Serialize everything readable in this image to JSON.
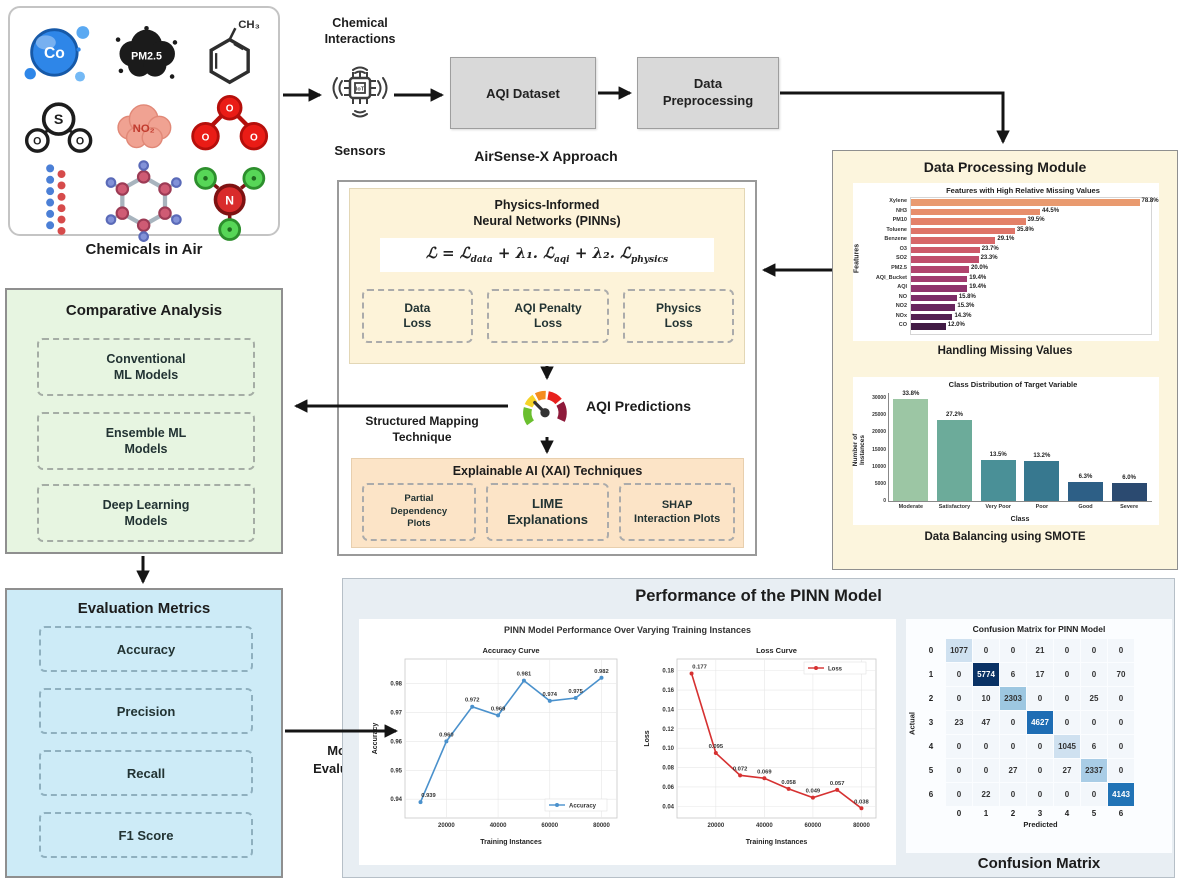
{
  "chemicals": {
    "title": "Chemicals in Air",
    "labels": {
      "co": "Co",
      "pm25": "PM2.5",
      "ch3": "CH₃",
      "s": "S",
      "o": "O",
      "no2": "NO₂",
      "o3": "O",
      "n": "N"
    }
  },
  "flow": {
    "chemical_interactions": "Chemical\nInteractions",
    "sensors": "Sensors",
    "aqi_dataset": "AQI Dataset",
    "data_preprocessing": "Data\nPreprocessing",
    "approach_title": "AirSense-X Approach"
  },
  "pinn": {
    "title": "Physics-Informed\nNeural Networks (PINNs)",
    "formula_pre": "ℒ = ℒ",
    "formula_sub1": "data",
    "formula_mid1": " + λ₁. ℒ",
    "formula_sub2": "aqi",
    "formula_mid2": " + λ₂. ℒ",
    "formula_sub3": "physics",
    "boxes": [
      "Data\nLoss",
      "AQI Penalty\nLoss",
      "Physics\nLoss"
    ]
  },
  "predictions": {
    "label": "AQI Predictions",
    "mapping": "Structured Mapping\nTechnique"
  },
  "xai": {
    "title": "Explainable AI (XAI) Techniques",
    "boxes": [
      "Partial\nDependency\nPlots",
      "LIME\nExplanations",
      "SHAP\nInteraction Plots"
    ]
  },
  "comparative": {
    "title": "Comparative Analysis",
    "boxes": [
      "Conventional\nML Models",
      "Ensemble ML\nModels",
      "Deep Learning\nModels"
    ]
  },
  "evaluation": {
    "title": "Evaluation Metrics",
    "boxes": [
      "Accuracy",
      "Precision",
      "Recall",
      "F1 Score"
    ],
    "model_evaluation": "Model\nEvaluation"
  },
  "data_module": {
    "title": "Data Processing Module",
    "caption_missing": "Handling Missing Values",
    "caption_smote": "Data Balancing using SMOTE"
  },
  "performance": {
    "title": "Performance of the PINN Model",
    "subtitle": "PINN Model Performance Over Varying Training Instances",
    "cm_caption": "Confusion Matrix"
  },
  "chart_data": [
    {
      "id": "missing",
      "type": "bar",
      "orientation": "horizontal",
      "title": "Features with High Relative Missing Values",
      "ylabel": "Features",
      "xlim": [
        0,
        80
      ],
      "categories": [
        "Xylene",
        "NH3",
        "PM10",
        "Toluene",
        "Benzene",
        "O3",
        "SO2",
        "PM2.5",
        "AQI_Bucket",
        "AQI",
        "NO",
        "NO2",
        "NOx",
        "CO"
      ],
      "values": [
        78.8,
        44.5,
        39.5,
        35.8,
        29.1,
        23.7,
        23.3,
        20.0,
        19.4,
        19.4,
        15.8,
        15.3,
        14.3,
        12.0
      ],
      "value_labels": [
        "78.8%",
        "44.5%",
        "39.5%",
        "35.8%",
        "29.1%",
        "23.7%",
        "23.3%",
        "20.0%",
        "19.4%",
        "19.4%",
        "15.8%",
        "15.3%",
        "14.3%",
        "12.0%"
      ],
      "colors": [
        "#e99a6f",
        "#e78e6b",
        "#e38169",
        "#de7468",
        "#d76768",
        "#cd5a69",
        "#c04e6b",
        "#b1446d",
        "#a13b6e",
        "#8f336c",
        "#7c2c67",
        "#68265e",
        "#542152",
        "#421c45"
      ]
    },
    {
      "id": "classdist",
      "type": "bar",
      "title": "Class Distribution of Target Variable",
      "xlabel": "Class",
      "ylabel": "Number of Instances",
      "categories": [
        "Moderate",
        "Satisfactory",
        "Very Poor",
        "Poor",
        "Good",
        "Severe"
      ],
      "values": [
        29800,
        23600,
        11900,
        11600,
        5600,
        5300
      ],
      "value_labels": [
        "33.8%",
        "27.2%",
        "13.5%",
        "13.2%",
        "6.3%",
        "6.0%"
      ],
      "colors": [
        "#9cc6a4",
        "#6cab9a",
        "#4a9097",
        "#37788f",
        "#2d5f86",
        "#2b4a70"
      ],
      "ylim": [
        0,
        31500
      ],
      "yticks": [
        0,
        5000,
        10000,
        15000,
        20000,
        25000,
        30000
      ]
    },
    {
      "id": "accuracy",
      "type": "line",
      "title": "Accuracy Curve",
      "xlabel": "Training Instances",
      "ylabel": "Accuracy",
      "legend": "Accuracy",
      "legend_pos": "br",
      "color": "#4a91cc",
      "x": [
        10000,
        20000,
        30000,
        40000,
        50000,
        60000,
        70000,
        80000
      ],
      "y": [
        0.939,
        0.96,
        0.972,
        0.969,
        0.981,
        0.974,
        0.975,
        0.982
      ],
      "labels": [
        "0.939",
        "0.960",
        "0.972",
        "0.969",
        "0.981",
        "0.974",
        "0.975",
        "0.982"
      ],
      "xlim": [
        4000,
        86000
      ],
      "ylim": [
        0.9335,
        0.9885
      ],
      "yticks": [
        0.94,
        0.95,
        0.96,
        0.97,
        0.98
      ],
      "xticks": [
        20000,
        40000,
        60000,
        80000
      ]
    },
    {
      "id": "loss",
      "type": "line",
      "title": "Loss Curve",
      "xlabel": "Training Instances",
      "ylabel": "Loss",
      "legend": "Loss",
      "legend_pos": "tr",
      "color": "#d63131",
      "x": [
        10000,
        20000,
        30000,
        40000,
        50000,
        60000,
        70000,
        80000
      ],
      "y": [
        0.177,
        0.095,
        0.072,
        0.069,
        0.058,
        0.049,
        0.057,
        0.038
      ],
      "labels": [
        "0.177",
        "0.095",
        "0.072",
        "0.069",
        "0.058",
        "0.049",
        "0.057",
        "0.038"
      ],
      "xlim": [
        4000,
        86000
      ],
      "ylim": [
        0.028,
        0.192
      ],
      "yticks": [
        0.04,
        0.06,
        0.08,
        0.1,
        0.12,
        0.14,
        0.16,
        0.18
      ],
      "xticks": [
        20000,
        40000,
        60000,
        80000
      ]
    },
    {
      "id": "confusion",
      "type": "heatmap",
      "title": "Confusion Matrix for PINN Model",
      "xlabel": "Predicted",
      "ylabel": "Actual",
      "row_labels": [
        "0",
        "1",
        "2",
        "3",
        "4",
        "5",
        "6"
      ],
      "col_labels": [
        "0",
        "1",
        "2",
        "3",
        "4",
        "5",
        "6"
      ],
      "matrix": [
        [
          1077,
          0,
          0,
          21,
          0,
          0,
          0
        ],
        [
          0,
          5774,
          6,
          17,
          0,
          0,
          70
        ],
        [
          0,
          10,
          2303,
          0,
          0,
          25,
          0
        ],
        [
          23,
          47,
          0,
          4627,
          0,
          0,
          0
        ],
        [
          0,
          0,
          0,
          0,
          1045,
          6,
          0
        ],
        [
          0,
          0,
          27,
          0,
          27,
          2337,
          0
        ],
        [
          0,
          22,
          0,
          0,
          0,
          0,
          4143
        ]
      ],
      "diag_colors": [
        "#cfe1f0",
        "#0a3265",
        "#9dc7e1",
        "#1e6db4",
        "#cfe1f0",
        "#a9cde6",
        "#2173b6"
      ],
      "diag_text_white": [
        false,
        true,
        false,
        true,
        false,
        false,
        true
      ],
      "cell_bg": "#f3f7fb"
    }
  ]
}
